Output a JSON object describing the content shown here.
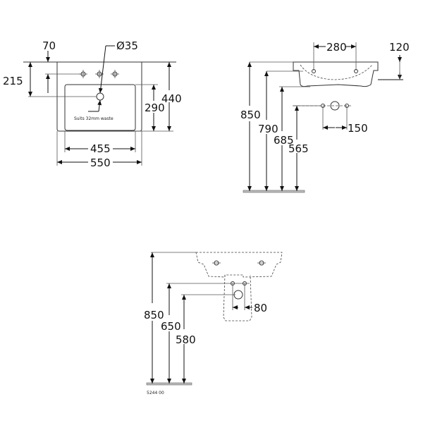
{
  "front_view": {
    "dim_tap_offset": "70",
    "dim_waste_height": "215",
    "dim_diameter": "Ø35",
    "dim_bowl_depth": "290",
    "dim_total_depth": "440",
    "dim_bowl_width": "455",
    "dim_total_width": "550",
    "waste_note": "Suits 32mm waste"
  },
  "side_view": {
    "dim_tap_spacing": "280",
    "dim_rim_height": "120",
    "dim_top_height": "850",
    "dim_rim_underside": "790",
    "dim_basin_bottom": "685",
    "dim_supply_height": "565",
    "dim_supply_spacing": "150"
  },
  "pedestal_view": {
    "dim_top_height": "850",
    "dim_supply_height": "650",
    "dim_waste_height": "580",
    "dim_supply_spacing": "80",
    "product_code": "5244 00"
  }
}
